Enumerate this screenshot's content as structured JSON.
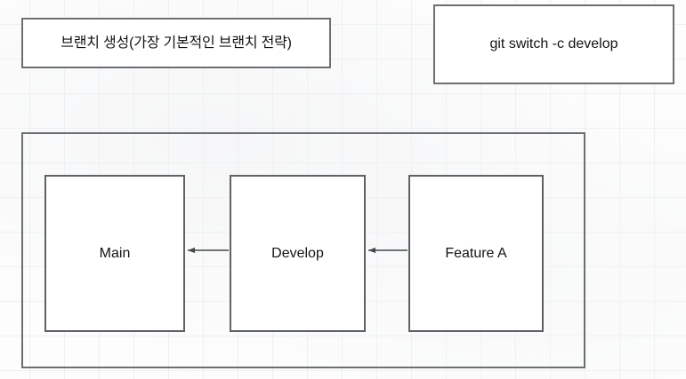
{
  "diagram": {
    "title_box": {
      "label": "브랜치 생성(가장 기본적인 브랜치 전략)"
    },
    "command_box": {
      "label": "git switch -c develop"
    },
    "container": {
      "label": ""
    },
    "nodes": [
      {
        "id": "main",
        "label": "Main"
      },
      {
        "id": "develop",
        "label": "Develop"
      },
      {
        "id": "feature-a",
        "label": "Feature A"
      }
    ],
    "edges": [
      {
        "from": "develop",
        "to": "main",
        "arrow": "left",
        "label": ""
      },
      {
        "from": "feature-a",
        "to": "develop",
        "arrow": "left",
        "label": ""
      }
    ],
    "colors": {
      "canvas_background": "#fdfdfd",
      "grid_line": "#e2e5e8",
      "node_border": "#5e6266",
      "box_border": "#6b6f73",
      "node_fill": "#ffffff",
      "text": "#111315",
      "edge_stroke": "#45484b"
    }
  }
}
